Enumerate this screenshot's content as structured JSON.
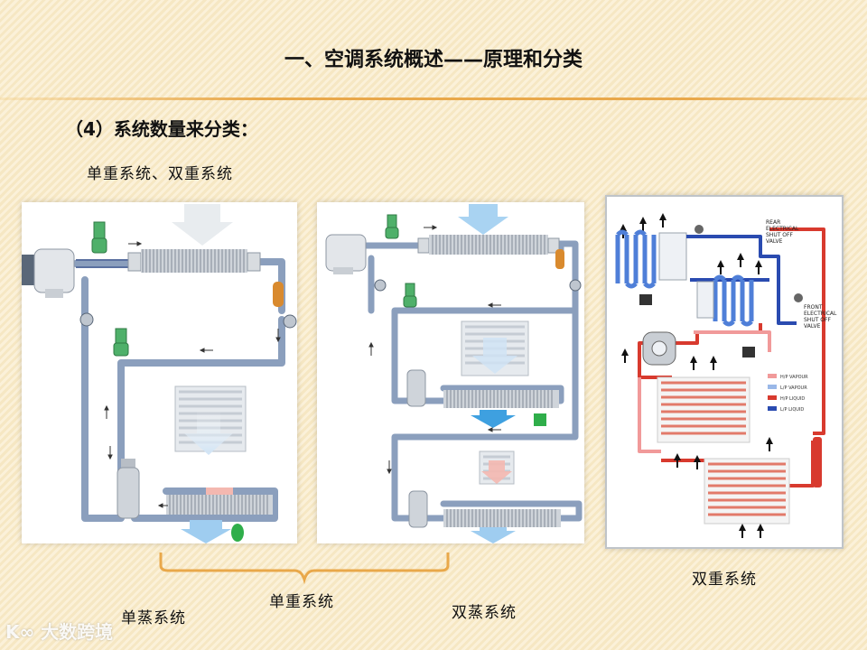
{
  "title": "一、空调系统概述——原理和分类",
  "subtitle": "（4）系统数量来分类：",
  "caption_top": "单重系统、双重系统",
  "caption_single_evap": "单蒸系统",
  "caption_single_system": "单重系统",
  "caption_dual_evap": "双蒸系统",
  "caption_dual_system": "双重系统",
  "watermark": "大数跨境",
  "dual_panel": {
    "rear_valve": [
      "REAR",
      "ELECTRICAL",
      "SHUT OFF",
      "VALVE"
    ],
    "front_valve": [
      "FRONT",
      "ELECTRICAL",
      "SHUT OFF",
      "VALVE"
    ],
    "legend": [
      {
        "label": "H/P VAPOUR",
        "color": "#f19a9a"
      },
      {
        "label": "L/P VAPOUR",
        "color": "#9ab8e8"
      },
      {
        "label": "H/P LIQUID",
        "color": "#d83a2e"
      },
      {
        "label": "L/P LIQUID",
        "color": "#2a4bb0"
      }
    ]
  }
}
